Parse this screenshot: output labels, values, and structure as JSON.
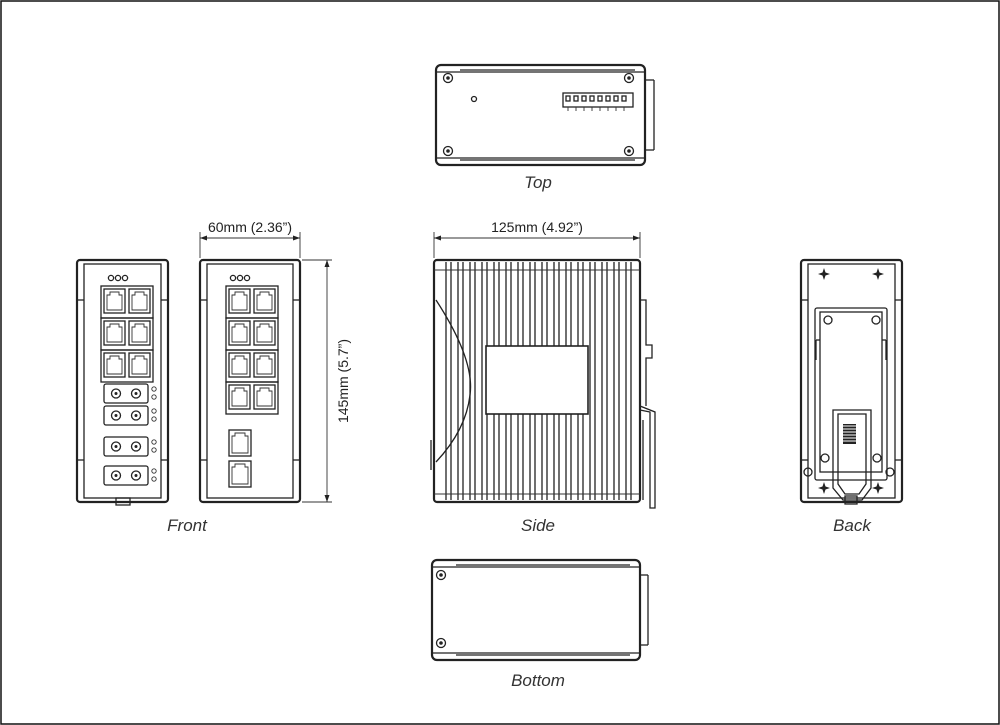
{
  "views": {
    "top": "Top",
    "front": "Front",
    "side": "Side",
    "back": "Back",
    "bottom": "Bottom"
  },
  "dimensions": {
    "width": "60mm (2.36”)",
    "depth": "125mm (4.92”)",
    "height": "145mm (5.7”)"
  }
}
